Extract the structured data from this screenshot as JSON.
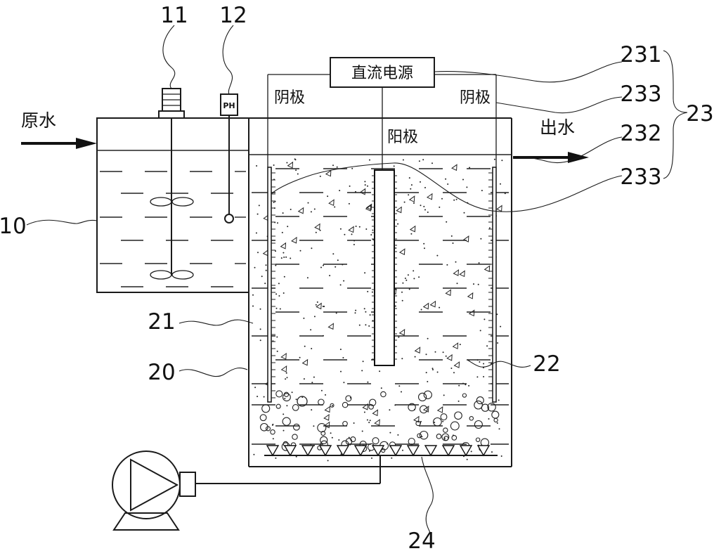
{
  "labels": {
    "raw_water": "原水",
    "outlet_water": "出水",
    "dc_power": "直流电源",
    "cathode": "阴极",
    "anode": "阳极",
    "ph": "PH"
  },
  "reference_numbers": {
    "n10": "10",
    "n11": "11",
    "n12": "12",
    "n20": "20",
    "n21": "21",
    "n22": "22",
    "n23": "23",
    "n231": "231",
    "n232": "232",
    "n233_top": "233",
    "n233_bottom": "233",
    "n24": "24"
  }
}
